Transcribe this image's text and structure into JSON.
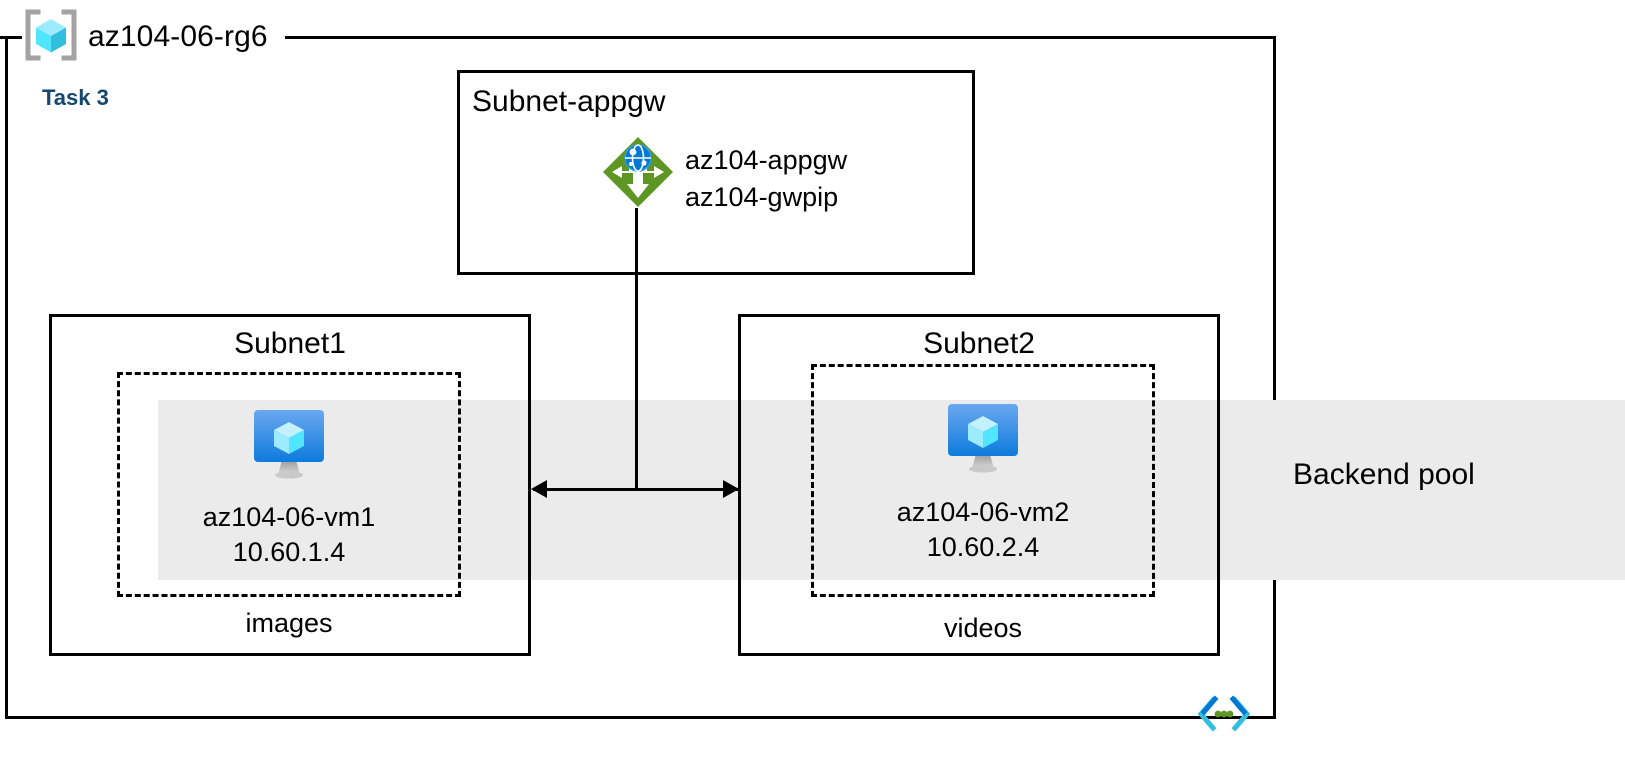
{
  "diagram": {
    "resource_group": {
      "name": "az104-06-rg6",
      "icon": "resource-group-cube-icon"
    },
    "task_label": "Task 3",
    "vnet_icon": "virtual-network-icon",
    "colors": {
      "task_blue": "#16486F",
      "backend_band_gray": "#EBEBEB",
      "appgw_green": "#5E9624",
      "vm_blue": "#1B86E3",
      "cube_cyan": "#50E6FF",
      "stroke_black": "#000000",
      "vnet_icon_cyan": "#32BEDD",
      "vnet_icon_green": "#5E9624"
    },
    "appgw_subnet": {
      "title": "Subnet-appgw",
      "resource_icon": "application-gateway-icon",
      "resources": [
        "az104-appgw",
        "az104-gwpip"
      ]
    },
    "subnets": [
      {
        "title": "Subnet1",
        "vm_icon": "virtual-machine-icon",
        "vm_name": "az104-06-vm1",
        "vm_ip": "10.60.1.4",
        "storage_label": "images"
      },
      {
        "title": "Subnet2",
        "vm_icon": "virtual-machine-icon",
        "vm_name": "az104-06-vm2",
        "vm_ip": "10.60.2.4",
        "storage_label": "videos"
      }
    ],
    "backend_pool": {
      "label": "Backend pool"
    },
    "connector": {
      "name": "appgw-to-backend-connector",
      "type": "double-headed-arrow"
    }
  }
}
